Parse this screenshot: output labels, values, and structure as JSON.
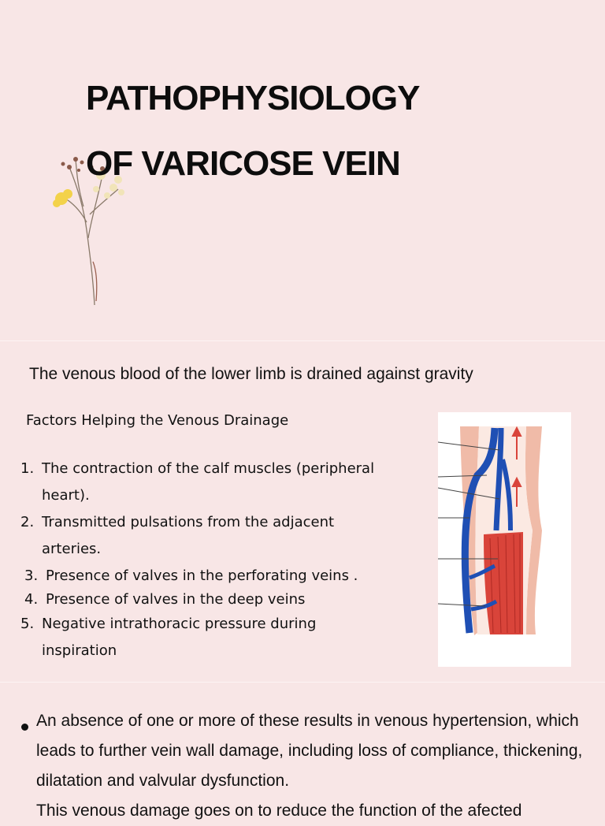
{
  "slide1": {
    "title_line1": "PATHOPHYSIOLOGY",
    "title_line2": "OF VARICOSE VEIN"
  },
  "slide2": {
    "intro": "The venous blood of the lower limb is drained against gravity",
    "subtitle": "Factors Helping the Venous Drainage",
    "factors": [
      {
        "num": "1.",
        "line1": "The contraction of   the calf muscles (peripheral",
        "line2": "heart)."
      },
      {
        "num": "2.",
        "line1": "Transmitted   pulsations   from  the adjacent",
        "line2": "arteries."
      },
      {
        "num": "3.",
        "line1": "Presence of valves in the perforating veins .",
        "line2": ""
      },
      {
        "num": "4.",
        "line1": "Presence of valves in the deep veins",
        "line2": ""
      },
      {
        "num": "5.",
        "line1": "Negative  intrathoracic  pressure  during",
        "line2": "inspiration"
      }
    ]
  },
  "slide3": {
    "bullet_text": "An absence of one or more of these results in venous hypertension, which leads to further vein wall damage, including loss of compliance, thickening, dilatation and valvular dysfunction.",
    "bullet_text_2": "This venous damage goes on to reduce the function of the afected"
  },
  "colors": {
    "background": "#f8e6e6",
    "vein_blue": "#1f4fb4",
    "muscle_red": "#d9443a",
    "skin": "#f0bba8"
  }
}
